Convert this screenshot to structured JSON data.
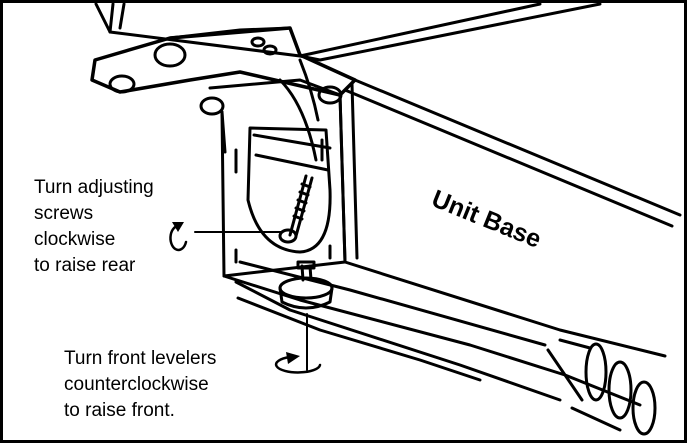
{
  "labels": {
    "rear_callout": [
      "Turn adjusting",
      "screws",
      "clockwise",
      "to raise rear"
    ],
    "front_callout": [
      "Turn front levelers",
      "counterclockwise",
      "to raise front."
    ],
    "unit_base": "Unit Base"
  },
  "colors": {
    "ink": "#000000",
    "paper": "#ffffff"
  }
}
